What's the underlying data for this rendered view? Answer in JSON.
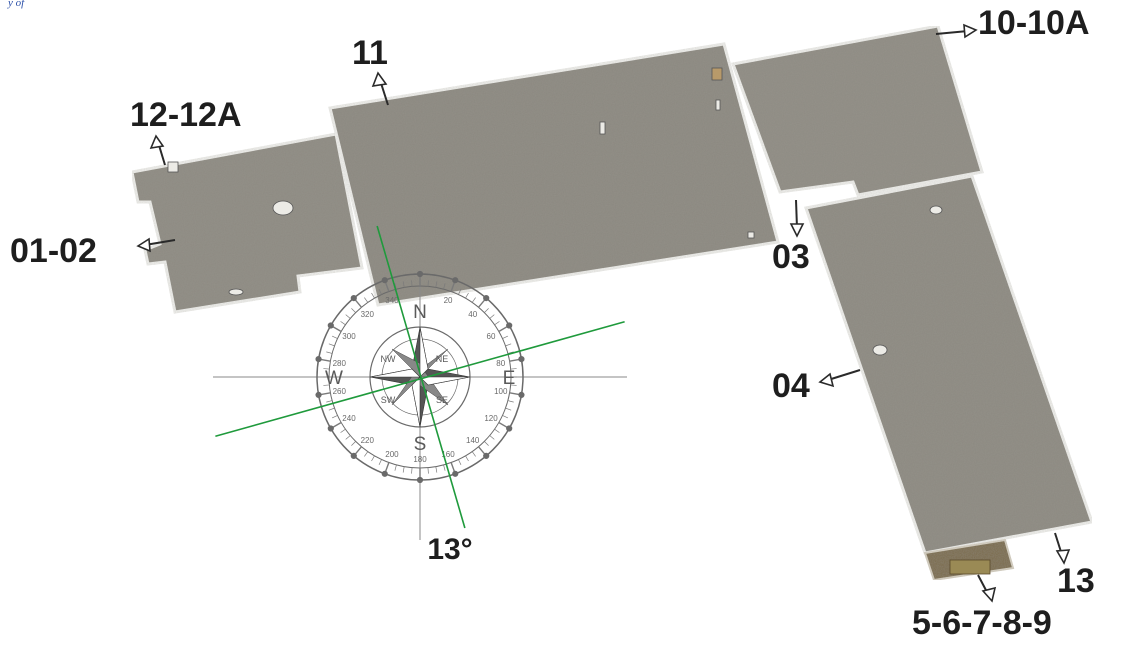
{
  "header_caption": "y of",
  "roof_labels": {
    "l_12_12a": "12-12A",
    "l_01_02": "01-02",
    "l_11": "11",
    "l_10_10a": "10-10A",
    "l_03": "03",
    "l_04": "04",
    "l_13": "13",
    "l_5_9": "5-6-7-8-9"
  },
  "compass": {
    "north": "N",
    "south": "S",
    "east": "E",
    "west": "W",
    "northeast": "NE",
    "northwest": "NW",
    "southeast": "SE",
    "southwest": "SW",
    "rotation_label": "13°",
    "rotation_deg": 13,
    "degree_ticks": [
      "20",
      "40",
      "60",
      "80",
      "100",
      "120",
      "140",
      "160",
      "180",
      "200",
      "220",
      "240",
      "260",
      "280",
      "300",
      "320",
      "340"
    ]
  },
  "colors": {
    "roof": "#8d8a82",
    "roof_edge": "#f2f2ef",
    "axis_green": "#1f9a3c",
    "compass_grey": "#6a6a6a",
    "label_text": "#1e1e1e",
    "caption_blue": "#2a4fa8"
  }
}
